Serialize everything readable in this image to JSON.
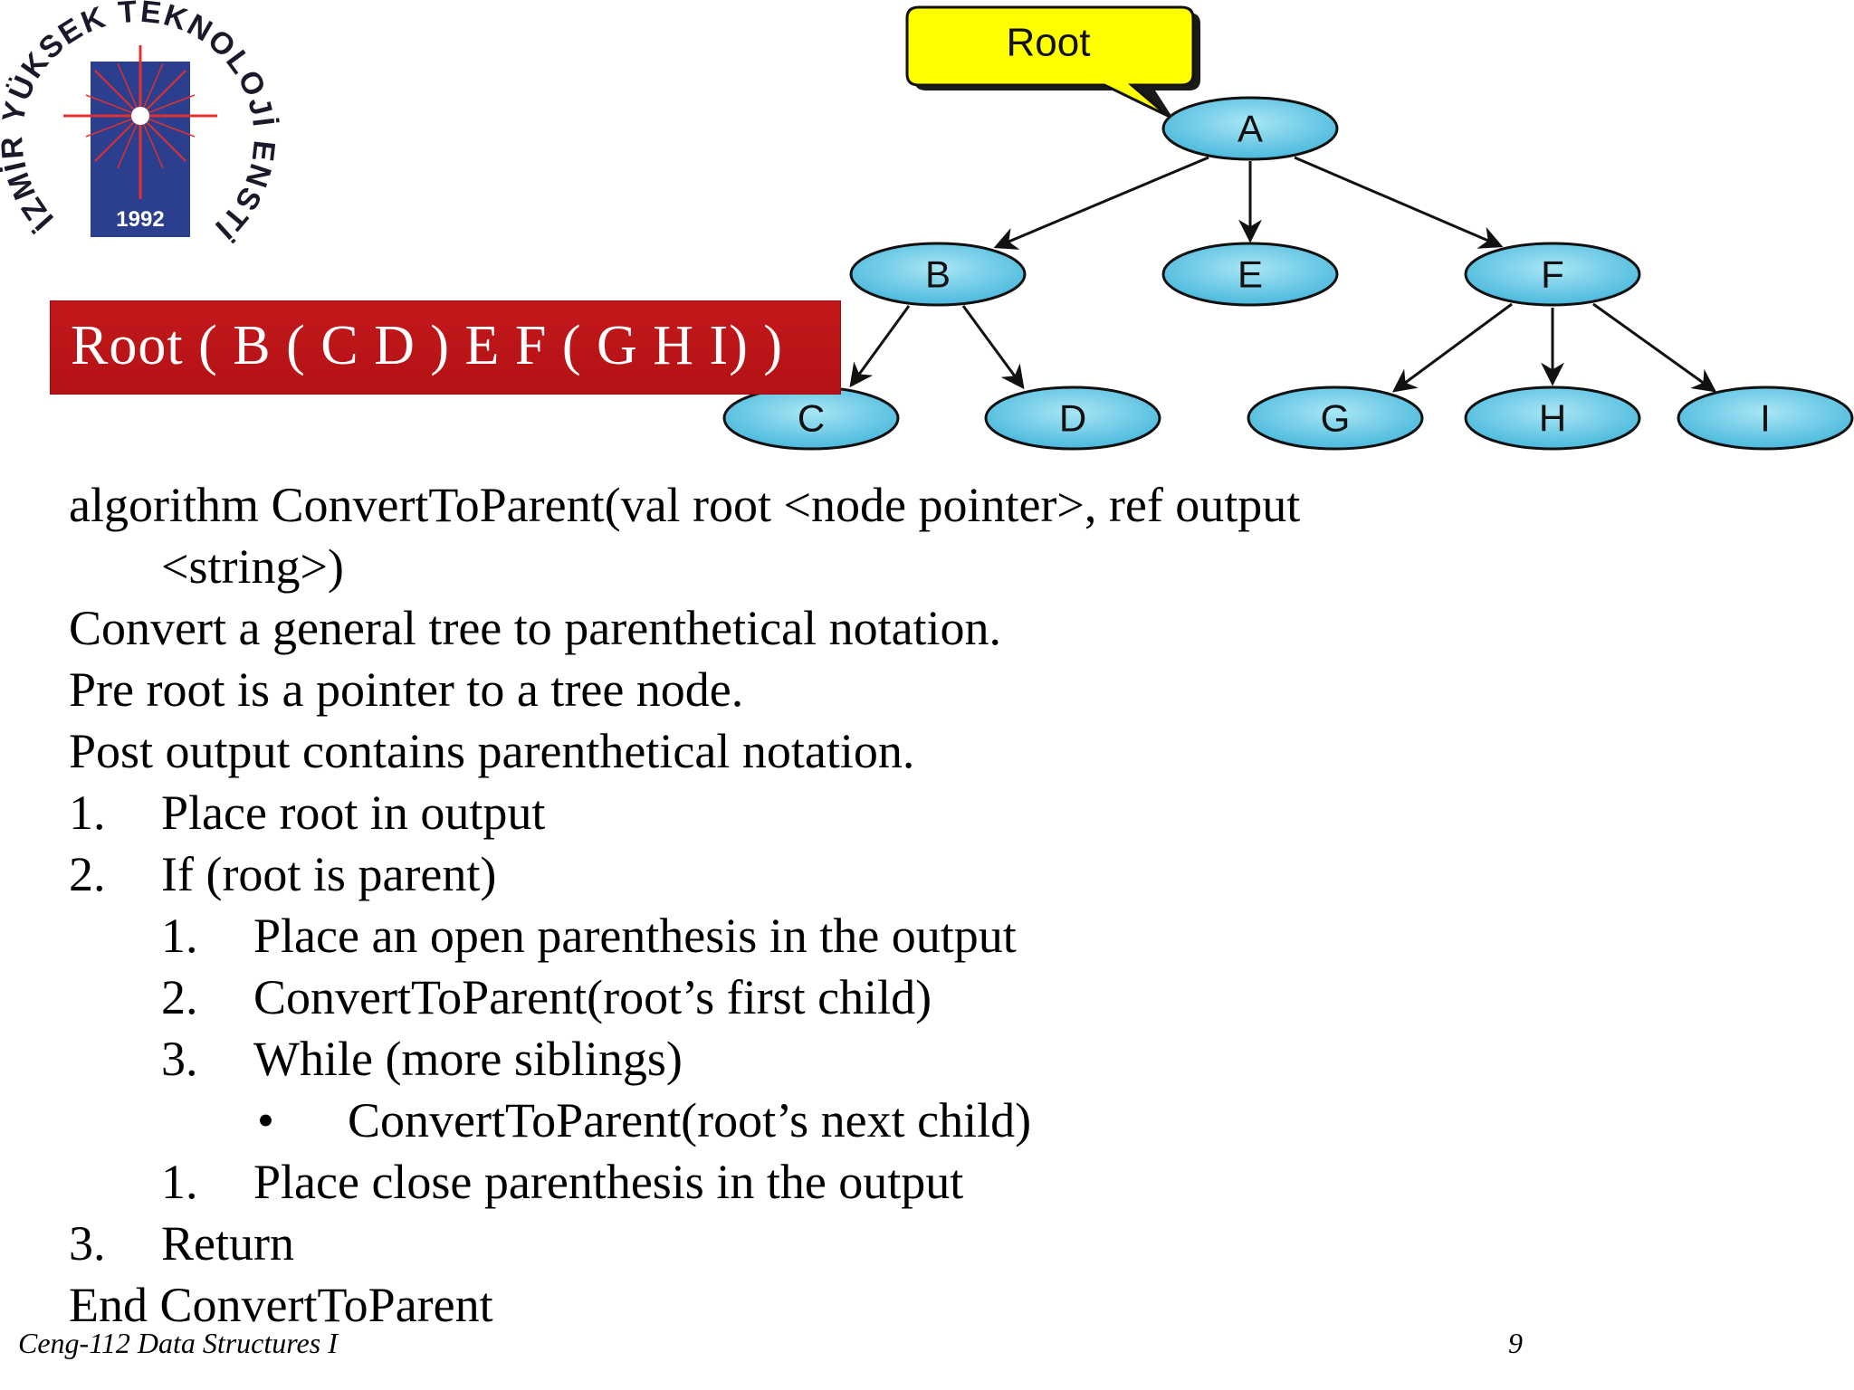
{
  "logo": {
    "arc_text": "İZMİR YÜKSEK TEKNOLOJİ ENSTİTÜSÜ",
    "year": "1992"
  },
  "diagram": {
    "callout": "Root",
    "nodes": {
      "A": "A",
      "B": "B",
      "E": "E",
      "F": "F",
      "C": "C",
      "D": "D",
      "G": "G",
      "H": "H",
      "I": "I"
    },
    "node_color": "#5bc8e6",
    "callout_color": "#ffff00"
  },
  "banner": {
    "text": "Root ( B ( C D ) E F ( G H I) )",
    "color": "#c2181b"
  },
  "algorithm": {
    "header_line1": "algorithm ConvertToParent(val root <node pointer>, ref output",
    "header_line2": "<string>)",
    "description": "Convert a general tree to parenthetical notation.",
    "pre": "Pre root is a pointer to a tree node.",
    "post": "Post output contains parenthetical notation.",
    "steps": [
      {
        "num": "1.",
        "text": "Place root in output"
      },
      {
        "num": "2.",
        "text": "If (root is parent)"
      },
      {
        "num": "1.",
        "text": "Place an open parenthesis in the output"
      },
      {
        "num": "2.",
        "text": "ConvertToParent(root’s first child)"
      },
      {
        "num": "3.",
        "text": "While (more siblings)"
      },
      {
        "num": "•",
        "text": "ConvertToParent(root’s next child)"
      },
      {
        "num": "1.",
        "text": "Place close parenthesis in the output"
      },
      {
        "num": "3.",
        "text": "Return"
      }
    ],
    "end": "End ConvertToParent"
  },
  "footer": {
    "course": "Ceng-112 Data Structures I",
    "page": "9"
  }
}
